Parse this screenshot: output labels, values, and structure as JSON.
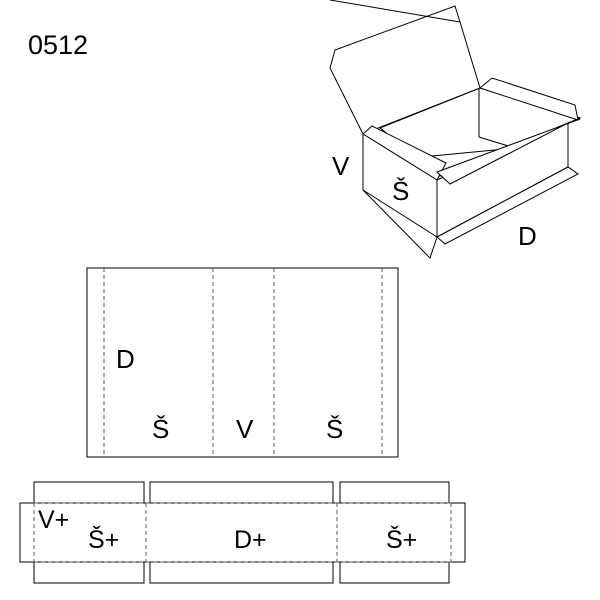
{
  "code": "0512",
  "box_labels": {
    "height": "V",
    "width": "Š",
    "length": "D"
  },
  "blank_labels": {
    "length": "D",
    "width_1": "Š",
    "height": "V",
    "width_2": "Š"
  },
  "inner_labels": {
    "height": "V+",
    "width_1": "Š+",
    "length": "D+",
    "width_2": "Š+"
  }
}
